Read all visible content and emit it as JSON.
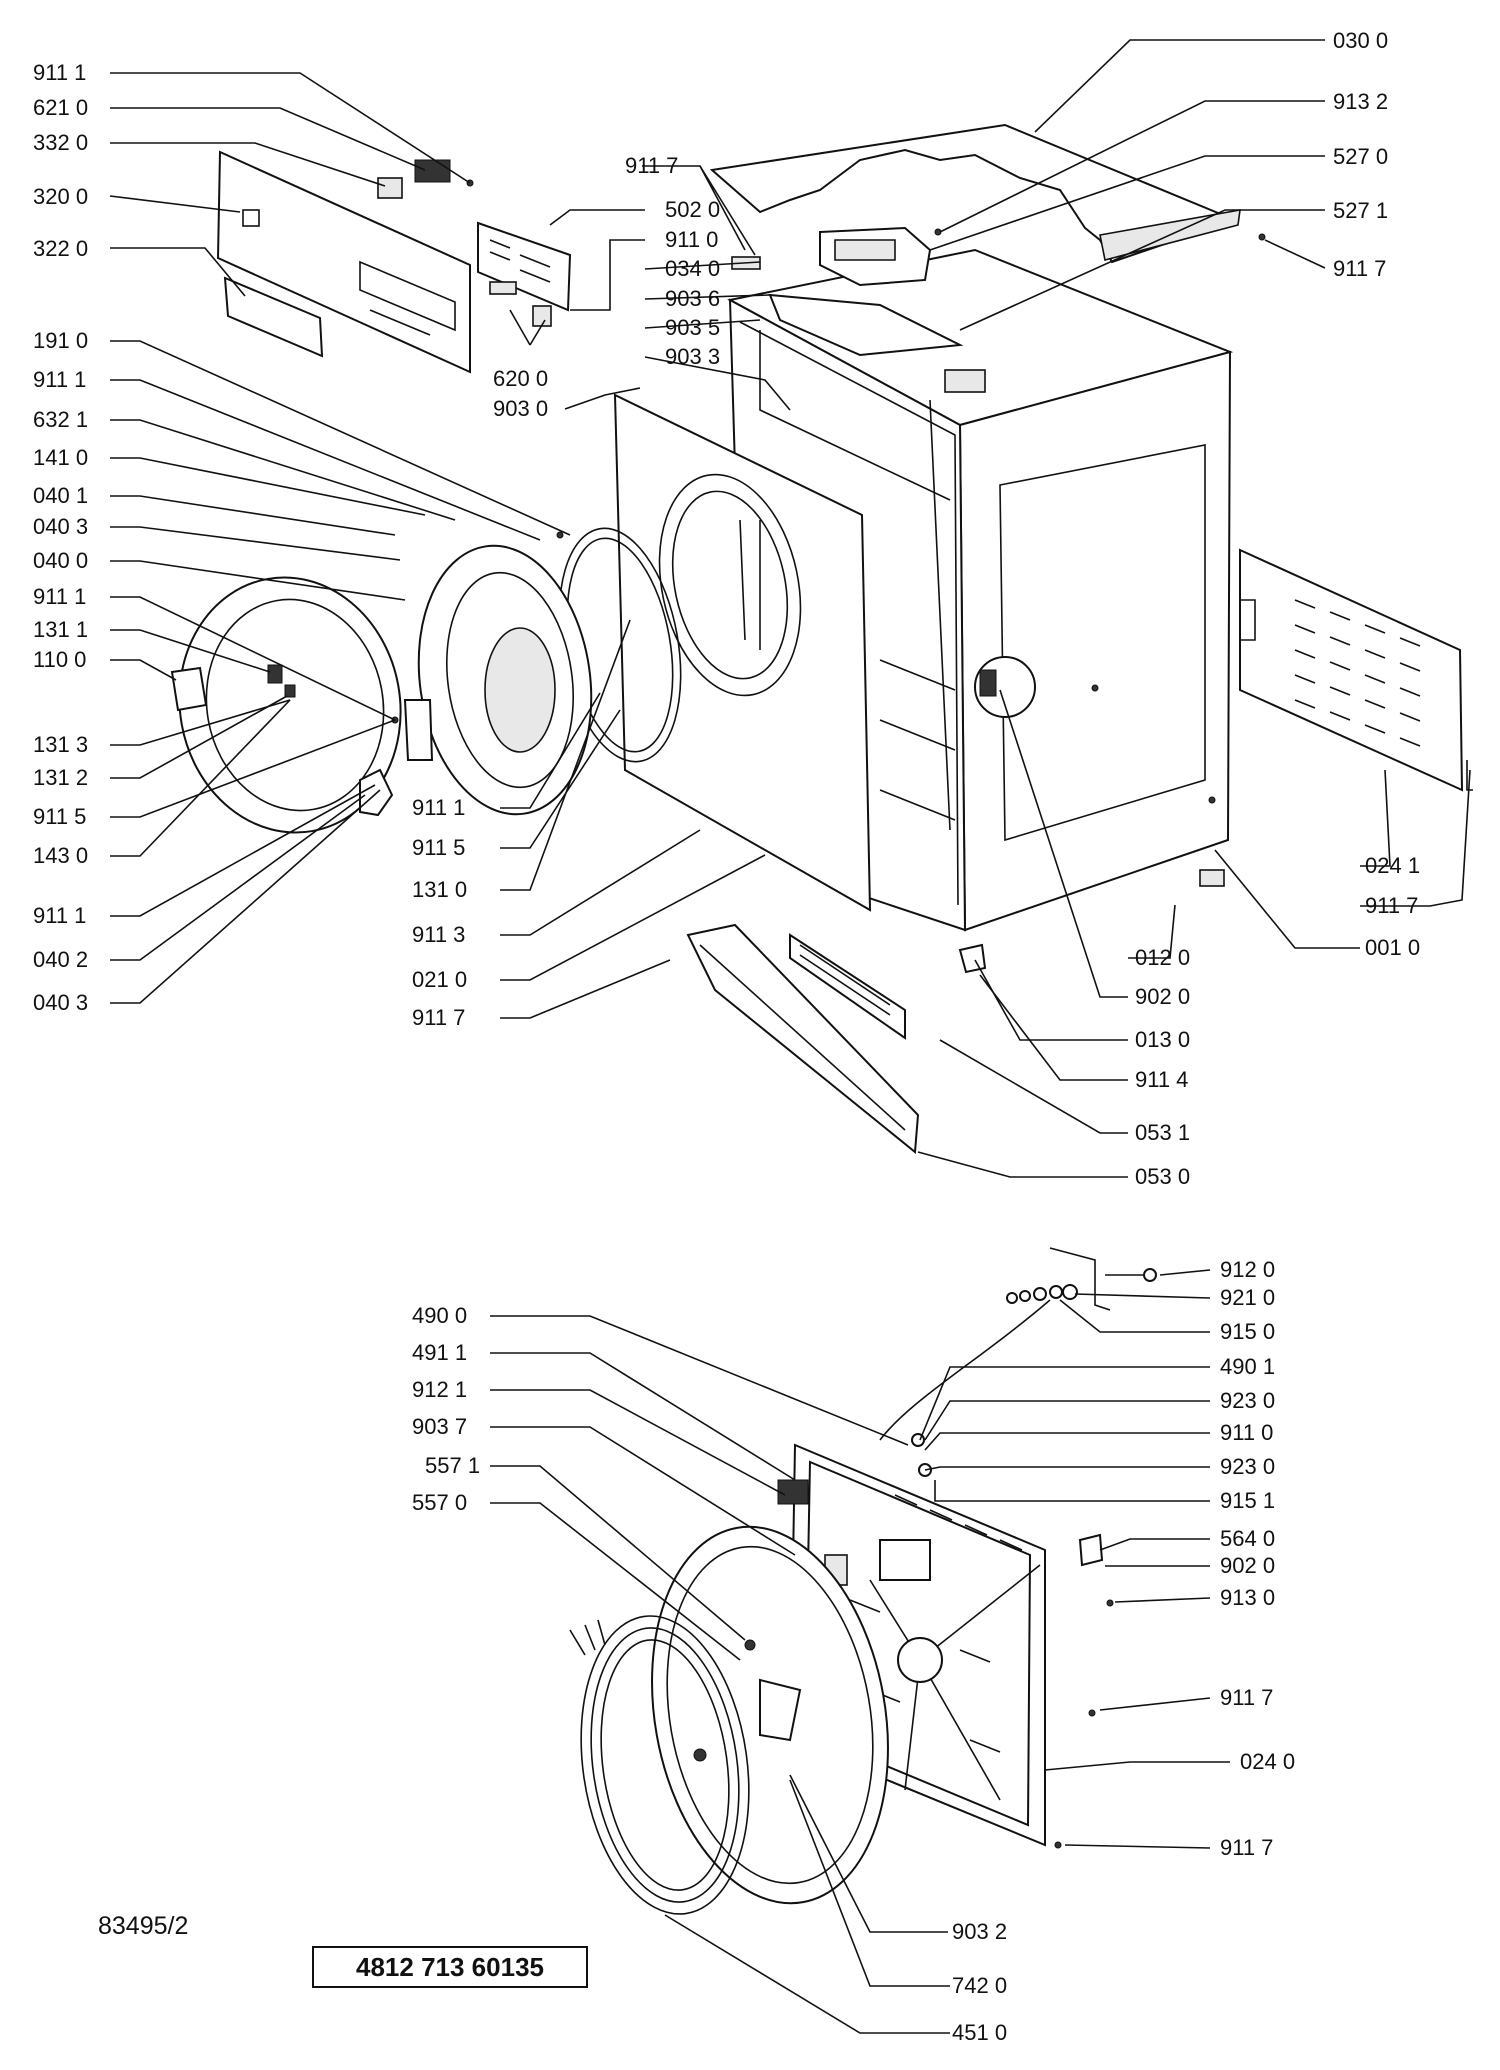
{
  "diagram": {
    "code": "83495/2",
    "part_number": "4812 713 60135"
  },
  "callouts": [
    {
      "id": "c1",
      "label": "911 1"
    },
    {
      "id": "c2",
      "label": "621 0"
    },
    {
      "id": "c3",
      "label": "332 0"
    },
    {
      "id": "c4",
      "label": "320 0"
    },
    {
      "id": "c5",
      "label": "322 0"
    },
    {
      "id": "c6",
      "label": "191 0"
    },
    {
      "id": "c7",
      "label": "911 1"
    },
    {
      "id": "c8",
      "label": "632 1"
    },
    {
      "id": "c9",
      "label": "141 0"
    },
    {
      "id": "c10",
      "label": "040 1"
    },
    {
      "id": "c11",
      "label": "040 3"
    },
    {
      "id": "c12",
      "label": "040 0"
    },
    {
      "id": "c13",
      "label": "911 1"
    },
    {
      "id": "c14",
      "label": "131 1"
    },
    {
      "id": "c15",
      "label": "110 0"
    },
    {
      "id": "c16",
      "label": "131 3"
    },
    {
      "id": "c17",
      "label": "131 2"
    },
    {
      "id": "c18",
      "label": "911 5"
    },
    {
      "id": "c19",
      "label": "143 0"
    },
    {
      "id": "c20",
      "label": "911 1"
    },
    {
      "id": "c21",
      "label": "040 2"
    },
    {
      "id": "c22",
      "label": "040 3"
    },
    {
      "id": "c23",
      "label": "911 7"
    },
    {
      "id": "c24",
      "label": "502 0"
    },
    {
      "id": "c25",
      "label": "911 0"
    },
    {
      "id": "c26",
      "label": "034 0"
    },
    {
      "id": "c27",
      "label": "903 6"
    },
    {
      "id": "c28",
      "label": "903 5"
    },
    {
      "id": "c29",
      "label": "903 3"
    },
    {
      "id": "c30",
      "label": "620 0"
    },
    {
      "id": "c31",
      "label": "903 0"
    },
    {
      "id": "c32",
      "label": "911 1"
    },
    {
      "id": "c33",
      "label": "911 5"
    },
    {
      "id": "c34",
      "label": "131 0"
    },
    {
      "id": "c35",
      "label": "911 3"
    },
    {
      "id": "c36",
      "label": "021 0"
    },
    {
      "id": "c37",
      "label": "911 7"
    },
    {
      "id": "c38",
      "label": "030 0"
    },
    {
      "id": "c39",
      "label": "913 2"
    },
    {
      "id": "c40",
      "label": "527 0"
    },
    {
      "id": "c41",
      "label": "527 1"
    },
    {
      "id": "c42",
      "label": "911 7"
    },
    {
      "id": "c43",
      "label": "024 1"
    },
    {
      "id": "c44",
      "label": "911 7"
    },
    {
      "id": "c45",
      "label": "012 0"
    },
    {
      "id": "c46",
      "label": "001 0"
    },
    {
      "id": "c47",
      "label": "902 0"
    },
    {
      "id": "c48",
      "label": "013 0"
    },
    {
      "id": "c49",
      "label": "911 4"
    },
    {
      "id": "c50",
      "label": "053 1"
    },
    {
      "id": "c51",
      "label": "053 0"
    },
    {
      "id": "c52",
      "label": "490 0"
    },
    {
      "id": "c53",
      "label": "491 1"
    },
    {
      "id": "c54",
      "label": "912 1"
    },
    {
      "id": "c55",
      "label": "903 7"
    },
    {
      "id": "c56",
      "label": "557 1"
    },
    {
      "id": "c57",
      "label": "557 0"
    },
    {
      "id": "c58",
      "label": "912 0"
    },
    {
      "id": "c59",
      "label": "921 0"
    },
    {
      "id": "c60",
      "label": "915 0"
    },
    {
      "id": "c61",
      "label": "490 1"
    },
    {
      "id": "c62",
      "label": "923 0"
    },
    {
      "id": "c63",
      "label": "911 0"
    },
    {
      "id": "c64",
      "label": "923 0"
    },
    {
      "id": "c65",
      "label": "915 1"
    },
    {
      "id": "c66",
      "label": "564 0"
    },
    {
      "id": "c67",
      "label": "902 0"
    },
    {
      "id": "c68",
      "label": "913 0"
    },
    {
      "id": "c69",
      "label": "911 7"
    },
    {
      "id": "c70",
      "label": "024 0"
    },
    {
      "id": "c71",
      "label": "911 7"
    },
    {
      "id": "c72",
      "label": "903 2"
    },
    {
      "id": "c73",
      "label": "742 0"
    },
    {
      "id": "c74",
      "label": "451 0"
    }
  ]
}
